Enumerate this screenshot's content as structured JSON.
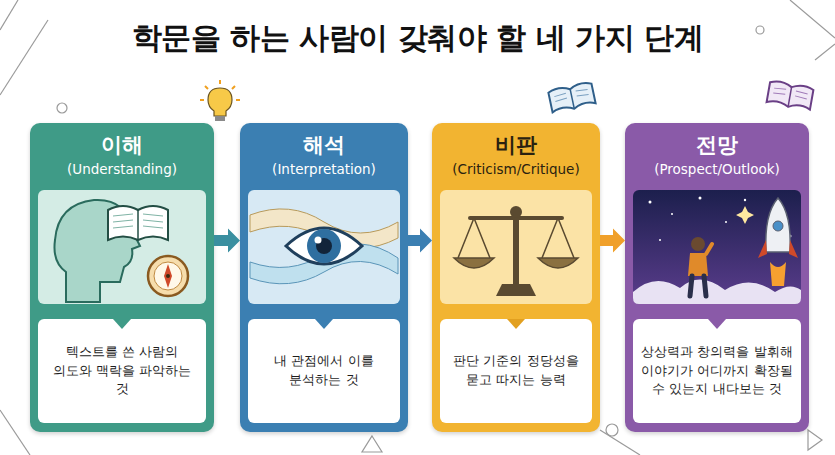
{
  "diagram": {
    "title": "학문을 하는 사람이 갖춰야 할 네 가지 단계",
    "nodes": [
      {
        "text": [
          "이해",
          "(Understanding)"
        ]
      },
      {
        "text": [
          "텍스트를 쓴 사람의 의도와 맥락을 파악하는 것"
        ],
        "in": 0
      },
      {
        "text": [
          "해석",
          "(Interpretation)"
        ]
      },
      {
        "text": [
          "내 관점에서 이를 분석하는 것"
        ],
        "in": 2
      },
      {
        "text": [
          "비판",
          "(Criticism/Critique)"
        ]
      },
      {
        "text": [
          "판단 기준의 정당성을 묻고 따지는 능력"
        ],
        "in": 4
      },
      {
        "text": [
          "전망",
          "(Prospect/Outlook)"
        ]
      },
      {
        "text": [
          "상상력과 창의력을 발휘해 이야기가 어디까지 확장될 수 있는지 내다보는 것"
        ],
        "in": 6
      }
    ],
    "edges": [
      {
        "from": 0,
        "to": 2,
        "arrow": "to"
      },
      {
        "from": 2,
        "to": 4,
        "arrow": "to"
      },
      {
        "from": 4,
        "to": 6,
        "arrow": "to"
      }
    ]
  }
}
